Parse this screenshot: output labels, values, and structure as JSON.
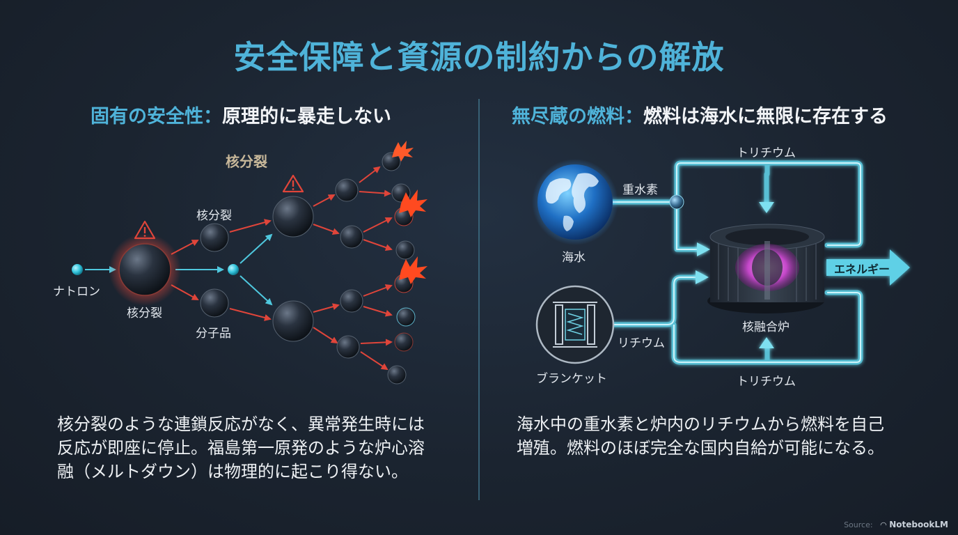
{
  "title": "安全保障と資源の制約からの解放",
  "left": {
    "heading_accent": "固有の安全性",
    "heading_sep": "：",
    "heading_rest": "原理的に暴走しない",
    "diagram": {
      "top_label": "核分裂",
      "neutron_label": "ナトロン",
      "nucleus_label": "核分裂",
      "upper_branch_label": "核分裂",
      "lower_branch_label": "分子品"
    },
    "description": [
      "核分裂のような連鎖反応がなく、異常発生時には",
      "反応が即座に停止。福島第一原発のような炉心溶",
      "融（メルトダウン）は物理的に起こり得ない。"
    ]
  },
  "right": {
    "heading_accent": "無尽蔵の燃料",
    "heading_sep": "：",
    "heading_rest": "燃料は海水に無限に存在する",
    "diagram": {
      "tritium_top": "トリチウム",
      "deuterium": "重水素",
      "seawater": "海水",
      "lithium": "リチウム",
      "blanket": "ブランケット",
      "reactor": "核融合炉",
      "tritium_bottom": "トリチウム",
      "energy": "エネルギー"
    },
    "description": [
      "海水中の重水素と炉内のリチウムから燃料を自己",
      "増殖。燃料のほぼ完全な国内自給が可能になる。"
    ]
  },
  "source": {
    "prefix": "Source:",
    "brand": "NotebookLM"
  }
}
